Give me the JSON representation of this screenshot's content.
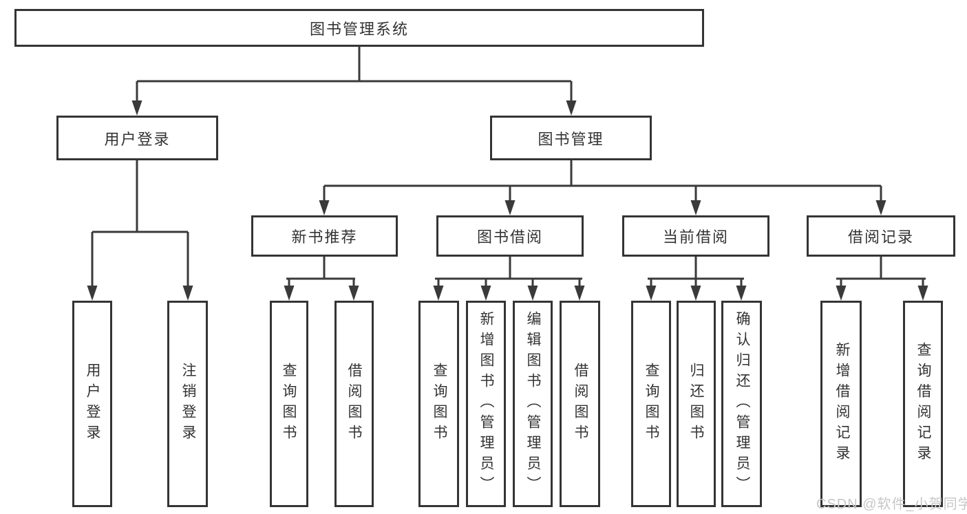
{
  "diagram": {
    "root": "图书管理系统",
    "user_login": {
      "label": "用户登录",
      "children": [
        "用户登录",
        "注销登录"
      ]
    },
    "book_management": {
      "label": "图书管理",
      "sections": {
        "new_book_recommend": {
          "label": "新书推荐",
          "children": [
            "查询图书",
            "借阅图书"
          ]
        },
        "book_borrow": {
          "label": "图书借阅",
          "children": [
            "查询图书",
            "新增图书（管理员）",
            "编辑图书（管理员）",
            "借阅图书"
          ]
        },
        "current_borrow": {
          "label": "当前借阅",
          "children": [
            "查询图书",
            "归还图书",
            "确认归还（管理员）"
          ]
        },
        "borrow_records": {
          "label": "借阅记录",
          "children": [
            "新增借阅记录",
            "查询借阅记录"
          ]
        }
      }
    }
  },
  "watermark": "CSDN @软件_小贺同学",
  "colors": {
    "line": "#3a3a3a",
    "box_border": "#343434",
    "text": "#333333",
    "background": "#ffffff",
    "watermark": "#c7c7c7"
  }
}
